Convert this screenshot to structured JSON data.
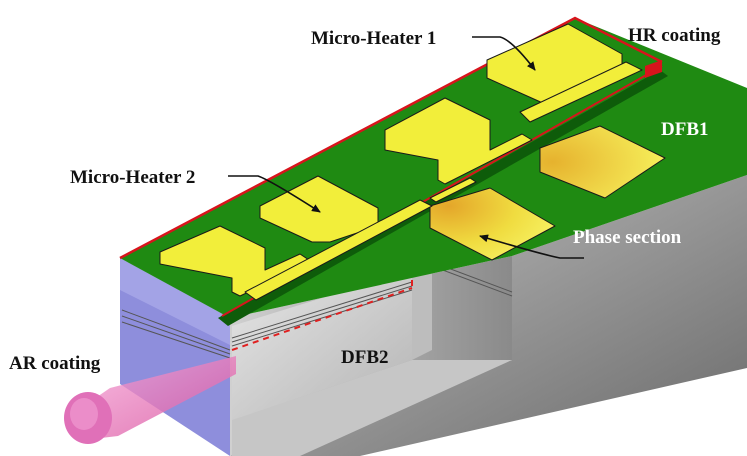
{
  "labels": {
    "micro_heater_1": "Micro-Heater 1",
    "micro_heater_2": "Micro-Heater 2",
    "hr_coating": "HR coating",
    "dfb1": "DFB1",
    "phase_section": "Phase section",
    "ar_coating": "AR coating",
    "dfb2": "DFB2"
  },
  "colors": {
    "top_surface": "#1f8a12",
    "heater_metal": "#f2ee3a",
    "hr_coating_line": "#d8141c",
    "substrate_side": "#8c8cdc",
    "cut_face": "#d4d4d4",
    "right_face": "#9a9a9a",
    "laser_beam": "#e070b8"
  }
}
